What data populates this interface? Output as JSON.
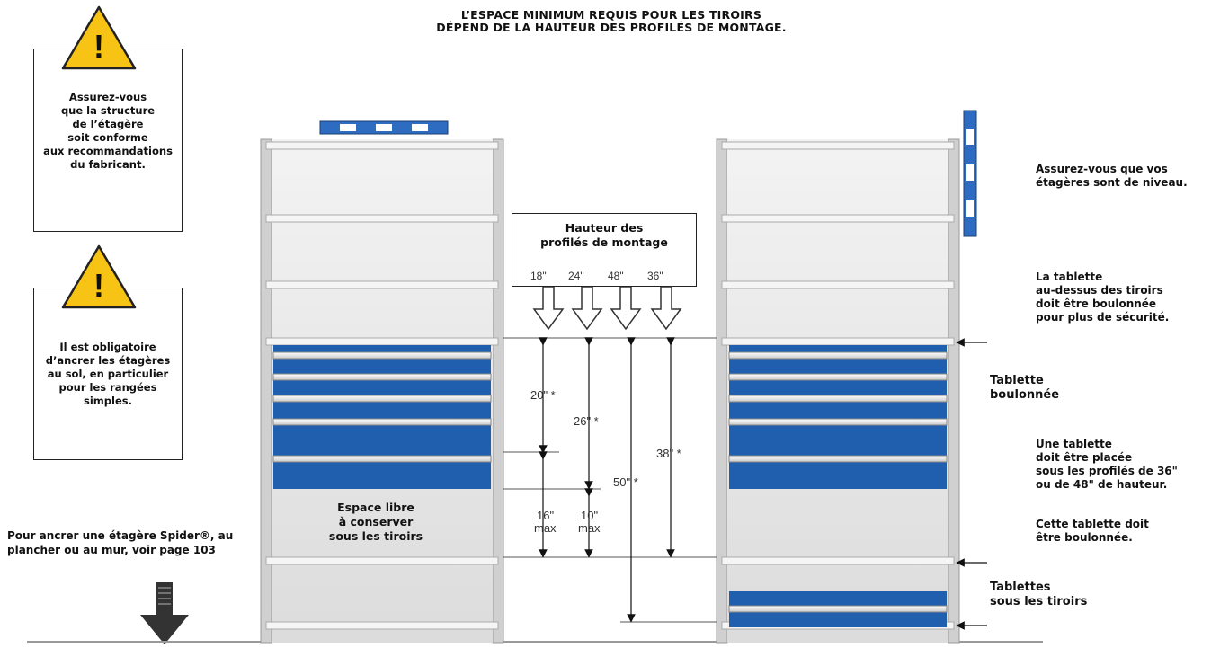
{
  "header": {
    "title_line1": "L’ESPACE MINIMUM REQUIS POUR LES TIROIRS",
    "title_line2": "DÉPEND DE LA HAUTEUR DES PROFILÉS DE MONTAGE."
  },
  "warnings": [
    {
      "lines": [
        "Assurez-vous",
        "que la structure",
        "de l’étagère",
        "soit conforme",
        "aux recommandations",
        "du fabricant."
      ]
    },
    {
      "lines": [
        "Il est obligatoire",
        "d’ancrer les étagères",
        "au sol, en particulier",
        "pour les rangées simples."
      ]
    }
  ],
  "warning_glyph": "!",
  "left_note": {
    "text": "Pour ancrer une étagère Spider®, au plancher ou au mur,",
    "link": "voir page 103"
  },
  "height_box": {
    "title_line1": "Hauteur des",
    "title_line2": "profilés de montage",
    "heights": [
      "18\"",
      "24\"",
      "48\"",
      "36\""
    ]
  },
  "dimensions": {
    "d20": "20\" *",
    "d26": "26\" *",
    "d38": "38\" *",
    "d50": "50\" *",
    "d16": "16\"",
    "d10": "10\"",
    "max": "max"
  },
  "free_space_label": [
    "Espace libre",
    "à conserver",
    "sous les tiroirs"
  ],
  "right_notes": {
    "level": [
      "Assurez-vous que vos",
      "étagères sont de niveau."
    ],
    "shelf_above": [
      "La tablette",
      "au-dessus des tiroirs",
      "doit être boulonnée",
      "pour plus de sécurité."
    ],
    "bolted_shelf": [
      "Tablette",
      "boulonnée"
    ],
    "shelf_below": [
      "Une tablette",
      "doit être placée",
      "sous les profilés de 36\"",
      "ou de 48\" de hauteur."
    ],
    "must_bolt": [
      "Cette tablette doit",
      "être boulonnée."
    ],
    "shelves_under": [
      "Tablettes",
      "sous les tiroirs"
    ]
  },
  "colors": {
    "drawer_blue": "#1f5fae",
    "shelf_gray": "#e6e6e6",
    "warning_yellow": "#f7c416",
    "level_blue": "#2d6cc0"
  },
  "icons": [
    "warning-icon",
    "spirit-level-icon",
    "anchor-arrow-icon"
  ]
}
